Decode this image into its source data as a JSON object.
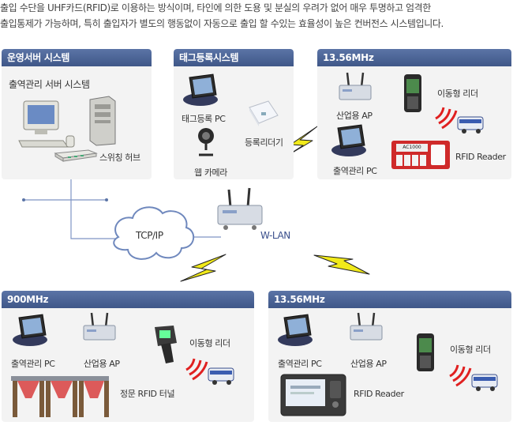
{
  "intro": {
    "line1": "출입 수단을 UHF카드(RFID)로 이용하는 방식이며, 타인에 의한 도용 및 분실의 우려가 없어 매우 투명하고 엄격한",
    "line2": "출입통제가 가능하며, 특히 출입자가 별도의 행동없이 자동으로 출입 할 수있는 효율성이 높은 컨버전스 시스템입니다."
  },
  "panels": {
    "server": {
      "title": "운영서버 시스템",
      "system_label": "출역관리 서버 시스템",
      "hub_label": "스위칭 허브"
    },
    "tag": {
      "title": "태그등록시스템",
      "pc_label": "태그등록 PC",
      "reader_label": "등록리더기",
      "camera_label": "웹 카메라"
    },
    "rfid1356_top": {
      "title": "13.56MHz",
      "ap_label": "산업용 AP",
      "mobile_label": "이동형 리더",
      "pc_label": "출역관리 PC",
      "reader_label": "RFID Reader",
      "reader_device_text": "AC1000"
    },
    "uhf900": {
      "title": "900MHz",
      "pc_label": "출역관리 PC",
      "ap_label": "산업용 AP",
      "mobile_label": "이동형 리더",
      "tunnel_label": "정문 RFID 터널"
    },
    "rfid1356_bottom": {
      "title": "13.56MHz",
      "pc_label": "출역관리 PC",
      "ap_label": "산업용 AP",
      "mobile_label": "이동형 리더",
      "reader_label": "RFID Reader"
    }
  },
  "network": {
    "cloud_label": "TCP/IP",
    "wlan_label": "W-LAN"
  },
  "colors": {
    "panel_header": "#4a64a0",
    "panel_bg": "#f3f3f3",
    "link_line": "#7f95c4",
    "lightning": "#f1ea1a",
    "signal": "#e02020"
  }
}
